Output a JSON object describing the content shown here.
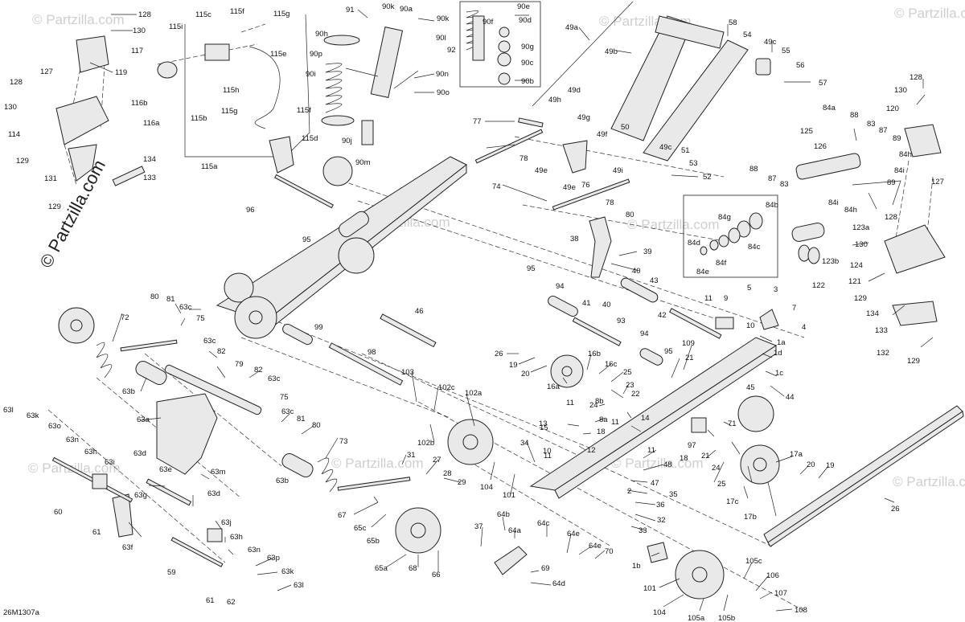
{
  "watermark": {
    "main": "© Partzilla.com",
    "repeat": "© Partzilla.com"
  },
  "diagram_code": "26M1307a",
  "callouts": [
    {
      "id": "c128a",
      "text": "128"
    },
    {
      "id": "c130a",
      "text": "130"
    },
    {
      "id": "c119",
      "text": "119"
    },
    {
      "id": "c117",
      "text": "117"
    },
    {
      "id": "c127a",
      "text": "127"
    },
    {
      "id": "c128b",
      "text": "128"
    },
    {
      "id": "c130b",
      "text": "130"
    },
    {
      "id": "c116b",
      "text": "116b"
    },
    {
      "id": "c116a",
      "text": "116a"
    },
    {
      "id": "c114",
      "text": "114"
    },
    {
      "id": "c129a",
      "text": "129"
    },
    {
      "id": "c131",
      "text": "131"
    },
    {
      "id": "c134a",
      "text": "134"
    },
    {
      "id": "c133a",
      "text": "133"
    },
    {
      "id": "c129b",
      "text": "129"
    },
    {
      "id": "c115c",
      "text": "115c"
    },
    {
      "id": "c115i",
      "text": "115i"
    },
    {
      "id": "c115f1",
      "text": "115f"
    },
    {
      "id": "c115g1",
      "text": "115g"
    },
    {
      "id": "c115e",
      "text": "115e"
    },
    {
      "id": "c115h",
      "text": "115h"
    },
    {
      "id": "c115b",
      "text": "115b"
    },
    {
      "id": "c115g2",
      "text": "115g"
    },
    {
      "id": "c115f2",
      "text": "115f"
    },
    {
      "id": "c115d",
      "text": "115d"
    },
    {
      "id": "c115a",
      "text": "115a"
    },
    {
      "id": "c96",
      "text": "96"
    },
    {
      "id": "c95a",
      "text": "95"
    },
    {
      "id": "c91",
      "text": "91"
    },
    {
      "id": "c90k1",
      "text": "90k"
    },
    {
      "id": "c90a",
      "text": "90a"
    },
    {
      "id": "c90h",
      "text": "90h"
    },
    {
      "id": "c90p",
      "text": "90p"
    },
    {
      "id": "c90i",
      "text": "90i"
    },
    {
      "id": "c90j",
      "text": "90j"
    },
    {
      "id": "c90m",
      "text": "90m"
    },
    {
      "id": "c90k2",
      "text": "90k"
    },
    {
      "id": "c90l",
      "text": "90l"
    },
    {
      "id": "c92",
      "text": "92"
    },
    {
      "id": "c90n",
      "text": "90n"
    },
    {
      "id": "c90o",
      "text": "90o"
    },
    {
      "id": "c90e",
      "text": "90e"
    },
    {
      "id": "c90f",
      "text": "90f"
    },
    {
      "id": "c90d",
      "text": "90d"
    },
    {
      "id": "c90g",
      "text": "90g"
    },
    {
      "id": "c90c",
      "text": "90c"
    },
    {
      "id": "c90b",
      "text": "90b"
    },
    {
      "id": "c49a",
      "text": "49a"
    },
    {
      "id": "c49b",
      "text": "49b"
    },
    {
      "id": "c58",
      "text": "58"
    },
    {
      "id": "c54",
      "text": "54"
    },
    {
      "id": "c49c1",
      "text": "49c"
    },
    {
      "id": "c55",
      "text": "55"
    },
    {
      "id": "c56",
      "text": "56"
    },
    {
      "id": "c57",
      "text": "57"
    },
    {
      "id": "c77",
      "text": "77"
    },
    {
      "id": "c49h",
      "text": "49h"
    },
    {
      "id": "c49d",
      "text": "49d"
    },
    {
      "id": "c49g",
      "text": "49g"
    },
    {
      "id": "c49f",
      "text": "49f"
    },
    {
      "id": "c50",
      "text": "50"
    },
    {
      "id": "c78a",
      "text": "78"
    },
    {
      "id": "c49e1",
      "text": "49e"
    },
    {
      "id": "c49c2",
      "text": "49c"
    },
    {
      "id": "c51",
      "text": "51"
    },
    {
      "id": "c53",
      "text": "53"
    },
    {
      "id": "c52",
      "text": "52"
    },
    {
      "id": "c49i",
      "text": "49i"
    },
    {
      "id": "c74",
      "text": "74"
    },
    {
      "id": "c76",
      "text": "76"
    },
    {
      "id": "c49e2",
      "text": "49e"
    },
    {
      "id": "c78b",
      "text": "78"
    },
    {
      "id": "c80a",
      "text": "80"
    },
    {
      "id": "c128c",
      "text": "128"
    },
    {
      "id": "c130c",
      "text": "130"
    },
    {
      "id": "c120",
      "text": "120"
    },
    {
      "id": "c84a",
      "text": "84a"
    },
    {
      "id": "c88a",
      "text": "88"
    },
    {
      "id": "c83a",
      "text": "83"
    },
    {
      "id": "c87a",
      "text": "87"
    },
    {
      "id": "c89a",
      "text": "89"
    },
    {
      "id": "c125",
      "text": "125"
    },
    {
      "id": "c126",
      "text": "126"
    },
    {
      "id": "c84h1",
      "text": "84h"
    },
    {
      "id": "c88b",
      "text": "88"
    },
    {
      "id": "c87b",
      "text": "87"
    },
    {
      "id": "c83b",
      "text": "83"
    },
    {
      "id": "c127b",
      "text": "127"
    },
    {
      "id": "c84i1",
      "text": "84i"
    },
    {
      "id": "c89b",
      "text": "89"
    },
    {
      "id": "c84i2",
      "text": "84i"
    },
    {
      "id": "c84h2",
      "text": "84h"
    },
    {
      "id": "c84b",
      "text": "84b"
    },
    {
      "id": "c84g",
      "text": "84g"
    },
    {
      "id": "c84d",
      "text": "84d"
    },
    {
      "id": "c84e",
      "text": "84e"
    },
    {
      "id": "c84f",
      "text": "84f"
    },
    {
      "id": "c84c",
      "text": "84c"
    },
    {
      "id": "c123a",
      "text": "123a"
    },
    {
      "id": "c128d",
      "text": "128"
    },
    {
      "id": "c130d",
      "text": "130"
    },
    {
      "id": "c123b",
      "text": "123b"
    },
    {
      "id": "c124",
      "text": "124"
    },
    {
      "id": "c122",
      "text": "122"
    },
    {
      "id": "c121",
      "text": "121"
    },
    {
      "id": "c129c",
      "text": "129"
    },
    {
      "id": "c134b",
      "text": "134"
    },
    {
      "id": "c133b",
      "text": "133"
    },
    {
      "id": "c132",
      "text": "132"
    },
    {
      "id": "c129d",
      "text": "129"
    },
    {
      "id": "c38",
      "text": "38"
    },
    {
      "id": "c39",
      "text": "39"
    },
    {
      "id": "c40a",
      "text": "40"
    },
    {
      "id": "c41",
      "text": "41"
    },
    {
      "id": "c40b",
      "text": "40"
    },
    {
      "id": "c43",
      "text": "43"
    },
    {
      "id": "c95b",
      "text": "95"
    },
    {
      "id": "c94a",
      "text": "94"
    },
    {
      "id": "c46",
      "text": "46"
    },
    {
      "id": "c99",
      "text": "99"
    },
    {
      "id": "c98",
      "text": "98"
    },
    {
      "id": "c93",
      "text": "93"
    },
    {
      "id": "c94b",
      "text": "94"
    },
    {
      "id": "c95c",
      "text": "95"
    },
    {
      "id": "c42",
      "text": "42"
    },
    {
      "id": "c11a",
      "text": "11"
    },
    {
      "id": "c9",
      "text": "9"
    },
    {
      "id": "c5",
      "text": "5"
    },
    {
      "id": "c3",
      "text": "3"
    },
    {
      "id": "c7",
      "text": "7"
    },
    {
      "id": "c10a",
      "text": "10"
    },
    {
      "id": "c4",
      "text": "4"
    },
    {
      "id": "c1a",
      "text": "1a"
    },
    {
      "id": "c1d",
      "text": "1d"
    },
    {
      "id": "c1c",
      "text": "1c"
    },
    {
      "id": "c21a",
      "text": "21"
    },
    {
      "id": "c45",
      "text": "45"
    },
    {
      "id": "c44",
      "text": "44"
    },
    {
      "id": "c80b",
      "text": "80"
    },
    {
      "id": "c81a",
      "text": "81"
    },
    {
      "id": "c63c1",
      "text": "63c"
    },
    {
      "id": "c75a",
      "text": "75"
    },
    {
      "id": "c72",
      "text": "72"
    },
    {
      "id": "c63c2",
      "text": "63c"
    },
    {
      "id": "c82a",
      "text": "82"
    },
    {
      "id": "c79",
      "text": "79"
    },
    {
      "id": "c82b",
      "text": "82"
    },
    {
      "id": "c63c3",
      "text": "63c"
    },
    {
      "id": "c63b1",
      "text": "63b"
    },
    {
      "id": "c75b",
      "text": "75"
    },
    {
      "id": "c63a",
      "text": "63a"
    },
    {
      "id": "c63c4",
      "text": "63c"
    },
    {
      "id": "c81b",
      "text": "81"
    },
    {
      "id": "c80c",
      "text": "80"
    },
    {
      "id": "c63e",
      "text": "63e"
    },
    {
      "id": "c63d1",
      "text": "63d"
    },
    {
      "id": "c63m",
      "text": "63m"
    },
    {
      "id": "c63g",
      "text": "63g"
    },
    {
      "id": "c63b2",
      "text": "63b"
    },
    {
      "id": "c73",
      "text": "73"
    },
    {
      "id": "c63d2",
      "text": "63d"
    },
    {
      "id": "c63l1",
      "text": "63l"
    },
    {
      "id": "c63k1",
      "text": "63k"
    },
    {
      "id": "c63o1",
      "text": "63o"
    },
    {
      "id": "c63n1",
      "text": "63n"
    },
    {
      "id": "c63h1",
      "text": "63h"
    },
    {
      "id": "c63i",
      "text": "63i"
    },
    {
      "id": "c60",
      "text": "60"
    },
    {
      "id": "c61a",
      "text": "61"
    },
    {
      "id": "c63f",
      "text": "63f"
    },
    {
      "id": "c63j",
      "text": "63j"
    },
    {
      "id": "c63h2",
      "text": "63h"
    },
    {
      "id": "c63n2",
      "text": "63n"
    },
    {
      "id": "c63p",
      "text": "63p"
    },
    {
      "id": "c59",
      "text": "59"
    },
    {
      "id": "c63k2",
      "text": "63k"
    },
    {
      "id": "c63l2",
      "text": "63l"
    },
    {
      "id": "c61b",
      "text": "61"
    },
    {
      "id": "c62",
      "text": "62"
    },
    {
      "id": "c103",
      "text": "103"
    },
    {
      "id": "c102c",
      "text": "102c"
    },
    {
      "id": "c102a",
      "text": "102a"
    },
    {
      "id": "c102b",
      "text": "102b"
    },
    {
      "id": "c31",
      "text": "31"
    },
    {
      "id": "c27",
      "text": "27"
    },
    {
      "id": "c28",
      "text": "28"
    },
    {
      "id": "c29",
      "text": "29"
    },
    {
      "id": "c67",
      "text": "67"
    },
    {
      "id": "c65c",
      "text": "65c"
    },
    {
      "id": "c65b",
      "text": "65b"
    },
    {
      "id": "c65a",
      "text": "65a"
    },
    {
      "id": "c68",
      "text": "68"
    },
    {
      "id": "c66",
      "text": "66"
    },
    {
      "id": "c104a",
      "text": "104"
    },
    {
      "id": "c101a",
      "text": "101"
    },
    {
      "id": "c34",
      "text": "34"
    },
    {
      "id": "c13",
      "text": "13"
    },
    {
      "id": "c11b",
      "text": "11"
    },
    {
      "id": "c26a",
      "text": "26"
    },
    {
      "id": "c19a",
      "text": "19"
    },
    {
      "id": "c20a",
      "text": "20"
    },
    {
      "id": "c16b",
      "text": "16b"
    },
    {
      "id": "c16c",
      "text": "16c"
    },
    {
      "id": "c16a",
      "text": "16a"
    },
    {
      "id": "c25a",
      "text": "25"
    },
    {
      "id": "c23",
      "text": "23"
    },
    {
      "id": "c22",
      "text": "22"
    },
    {
      "id": "c24a",
      "text": "24"
    },
    {
      "id": "c11c",
      "text": "11"
    },
    {
      "id": "c8b",
      "text": "8b"
    },
    {
      "id": "c8a",
      "text": "8a"
    },
    {
      "id": "c11d",
      "text": "11"
    },
    {
      "id": "c18a",
      "text": "18"
    },
    {
      "id": "c14",
      "text": "14"
    },
    {
      "id": "c15",
      "text": "15"
    },
    {
      "id": "c12",
      "text": "12"
    },
    {
      "id": "c10b",
      "text": "10"
    },
    {
      "id": "c11e",
      "text": "11"
    },
    {
      "id": "c48",
      "text": "48"
    },
    {
      "id": "c47",
      "text": "47"
    },
    {
      "id": "c2",
      "text": "2"
    },
    {
      "id": "c35",
      "text": "35"
    },
    {
      "id": "c36",
      "text": "36"
    },
    {
      "id": "c32",
      "text": "32"
    },
    {
      "id": "c33",
      "text": "33"
    },
    {
      "id": "c37",
      "text": "37"
    },
    {
      "id": "c64b",
      "text": "64b"
    },
    {
      "id": "c64c",
      "text": "64c"
    },
    {
      "id": "c64a",
      "text": "64a"
    },
    {
      "id": "c64e1",
      "text": "64e"
    },
    {
      "id": "c64e2",
      "text": "64e"
    },
    {
      "id": "c70",
      "text": "70"
    },
    {
      "id": "c69",
      "text": "69"
    },
    {
      "id": "c64d",
      "text": "64d"
    },
    {
      "id": "c71",
      "text": "71"
    },
    {
      "id": "c97",
      "text": "97"
    },
    {
      "id": "c18b",
      "text": "18"
    },
    {
      "id": "c21b",
      "text": "21"
    },
    {
      "id": "c24b",
      "text": "24"
    },
    {
      "id": "c25b",
      "text": "25"
    },
    {
      "id": "c17c",
      "text": "17c"
    },
    {
      "id": "c17b",
      "text": "17b"
    },
    {
      "id": "c17a",
      "text": "17a"
    },
    {
      "id": "c20b",
      "text": "20"
    },
    {
      "id": "c19b",
      "text": "19"
    },
    {
      "id": "c26b",
      "text": "26"
    },
    {
      "id": "c1b",
      "text": "1b"
    },
    {
      "id": "c101b",
      "text": "101"
    },
    {
      "id": "c104b",
      "text": "104"
    },
    {
      "id": "c105a",
      "text": "105a"
    },
    {
      "id": "c105b",
      "text": "105b"
    },
    {
      "id": "c105c",
      "text": "105c"
    },
    {
      "id": "c106",
      "text": "106"
    },
    {
      "id": "c107",
      "text": "107"
    },
    {
      "id": "c108",
      "text": "108"
    },
    {
      "id": "c109",
      "text": "109"
    },
    {
      "id": "c21c",
      "text": "21"
    }
  ]
}
